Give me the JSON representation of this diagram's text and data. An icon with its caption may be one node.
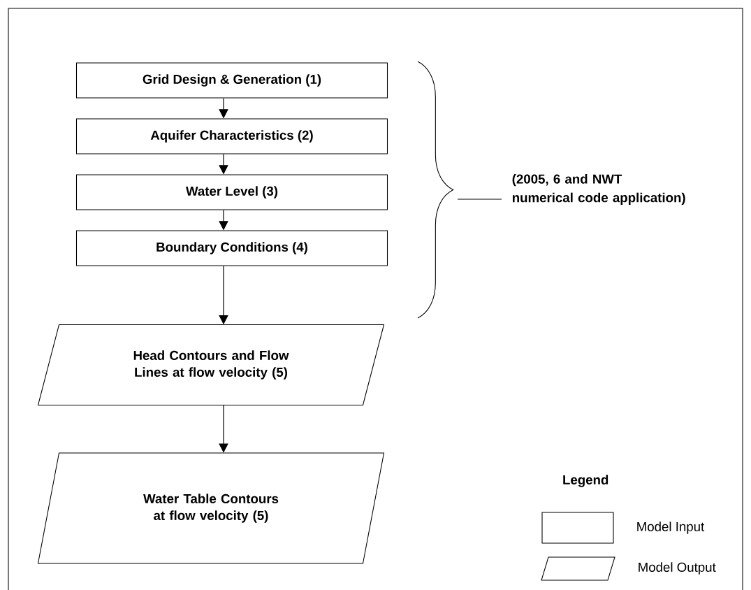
{
  "diagram": {
    "nodes": [
      {
        "text": [
          "Grid Design & Generation (1)"
        ]
      },
      {
        "text": [
          "Aquifer Characteristics (2)"
        ]
      },
      {
        "text": [
          "Water Level (3)"
        ]
      },
      {
        "text": [
          "Boundary Conditions (4)"
        ]
      },
      {
        "text": [
          "Head Contours and Flow Lines at flow velocity (5)"
        ]
      },
      {
        "text": [
          "Water Table Contours at flow velocity (5)"
        ]
      }
    ],
    "edges": [
      {
        "from": 0,
        "to": 1,
        "arrow": "to"
      },
      {
        "from": 1,
        "to": 2,
        "arrow": "to"
      },
      {
        "from": 2,
        "to": 3,
        "arrow": "to"
      },
      {
        "from": 3,
        "to": 4,
        "arrow": "to"
      },
      {
        "from": 4,
        "to": 5,
        "arrow": "to"
      }
    ],
    "labels": [
      "(2005, 6 and NWT numerical code application)",
      "Legend"
    ],
    "legend": [
      {
        "text": "Model Input"
      },
      {
        "text": "Model Output"
      }
    ]
  }
}
